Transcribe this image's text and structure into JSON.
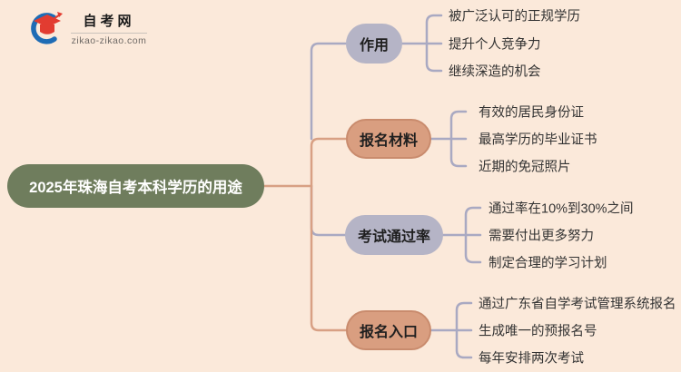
{
  "logo": {
    "title": "自考网",
    "domain": "zikao-zikao.com"
  },
  "central_topic": "2025年珠海自考本科学历的用途",
  "branches": [
    {
      "label": "作用",
      "node_color": "#b5b4c6",
      "children": [
        "被广泛认可的正规学历",
        "提升个人竞争力",
        "继续深造的机会"
      ]
    },
    {
      "label": "报名材料",
      "node_color": "#d99e80",
      "children": [
        "有效的居民身份证",
        "最高学历的毕业证书",
        "近期的免冠照片"
      ]
    },
    {
      "label": "考试通过率",
      "node_color": "#b5b4c6",
      "children": [
        "通过率在10%到30%之间",
        "需要付出更多努力",
        "制定合理的学习计划"
      ]
    },
    {
      "label": "报名入口",
      "node_color": "#d99e80",
      "children": [
        "通过广东省自学考试管理系统报名",
        "生成唯一的预报名号",
        "每年安排两次考试"
      ]
    }
  ],
  "colors": {
    "background": "#fbe9da",
    "central_node": "#6f7d5d",
    "gray_node": "#b5b4c6",
    "salmon_node": "#d99e80",
    "salmon_node_border": "#c98b6d",
    "gray_line": "#a9a9c2",
    "salmon_line": "#d8a084",
    "logo_blue": "#1e6cb5",
    "logo_red": "#e23c31"
  }
}
